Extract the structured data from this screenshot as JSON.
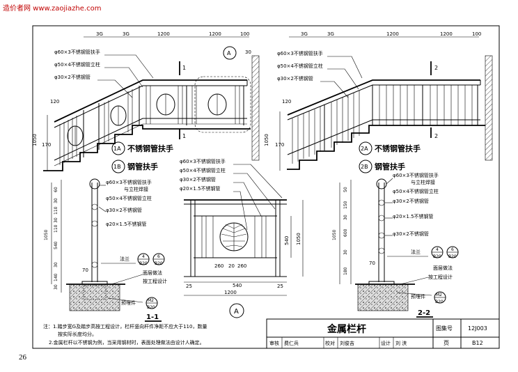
{
  "watermark": "造价者网 www.zaojiazhe.com",
  "page_number": "26",
  "dims_top": [
    "3G",
    "3G",
    "1200",
    "1200",
    "100",
    "30"
  ],
  "labels_1": {
    "rail_top": "φ60×3不锈钢管扶手",
    "post": "φ50×4不锈钢管立柱",
    "bar": "φ30×2不锈钢管",
    "callout_A": "A",
    "section_1": "1",
    "dim_120": "120",
    "dim_170": "170",
    "dim_1050": "1050",
    "legend_1A_tag": "1A",
    "legend_1A_text": "不锈钢管扶手",
    "legend_1B_tag": "1B",
    "legend_1B_text": "钢管扶手"
  },
  "labels_2": {
    "rail_top": "φ60×3不锈钢管扶手",
    "post": "φ50×4不锈钢管立柱",
    "bar": "φ30×2不锈钢管",
    "section_2": "2",
    "dim_120": "120",
    "dim_170": "170",
    "dim_1050": "1050",
    "legend_2A_tag": "2A",
    "legend_2A_text": "不锈钢管扶手",
    "legend_2B_tag": "2B",
    "legend_2B_text": "钢管扶手"
  },
  "section_1_1": {
    "title": "1-1",
    "items": [
      "φ60×3不锈钢管扶手",
      "与立柱焊接",
      "φ50×4不锈钢管立柱",
      "φ30×2不锈钢管",
      "φ20×1.5不锈钢管"
    ],
    "dims_v": [
      "60",
      "30",
      "110",
      "30",
      "110",
      "540",
      "30",
      "140",
      "30",
      "1050"
    ],
    "dim_70": "70",
    "flange": "法兰",
    "ref1_top": "4",
    "ref1_bot": "B20",
    "ref2_top": "6",
    "ref2_bot": "B20",
    "finish": "面层做法",
    "finish2": "按工程设计",
    "embed": "预埋件",
    "embed_top": "M2",
    "embed_bot": "B20"
  },
  "detail_A": {
    "items": [
      "φ60×3不锈钢管扶手",
      "φ50×4不锈钢管立柱",
      "φ30×2不锈钢管",
      "φ20×1.5不锈钢管"
    ],
    "dims_bottom": [
      "260",
      "20",
      "260"
    ],
    "dim_540": "540",
    "dim_25a": "25",
    "dim_25b": "25",
    "dim_1200": "1200",
    "dim_v540": "540",
    "dim_v1050": "1050",
    "tag": "A"
  },
  "section_2_2": {
    "title": "2-2",
    "items": [
      "φ60×3不锈钢管扶手",
      "与立柱焊接",
      "φ50×4不锈钢管立柱",
      "φ30×2不锈钢管",
      "φ20×1.5不锈钢管",
      "φ30×2不锈钢管"
    ],
    "dims_v": [
      "50",
      "150",
      "30",
      "600",
      "30",
      "180",
      "1050"
    ],
    "dim_70": "70",
    "flange": "法兰",
    "ref1_top": "4",
    "ref1_bot": "B20",
    "ref2_top": "6",
    "ref2_bot": "B20",
    "finish": "面层做法",
    "finish2": "按工程设计",
    "embed": "预埋件",
    "embed_top": "M2",
    "embed_bot": "B20"
  },
  "notes": {
    "line1": "注：1.踏步宽G及踏步高按工程设计，栏杆竖向杆件净距不应大于110，数量",
    "line2": "按实际长度均分。",
    "line3": "2.金属栏杆以不锈钢为例，当采用钢材时，表面处理做法由设计人确定。"
  },
  "title_block": {
    "title": "金属栏杆",
    "atlas_label": "图集号",
    "atlas_no": "12J003",
    "page_label": "页",
    "page_no": "B12",
    "review": "审核",
    "review_name": "费仁兵",
    "check": "校对",
    "check_name": "刘俊吉",
    "design": "设计",
    "design_name": "刘 浃"
  }
}
